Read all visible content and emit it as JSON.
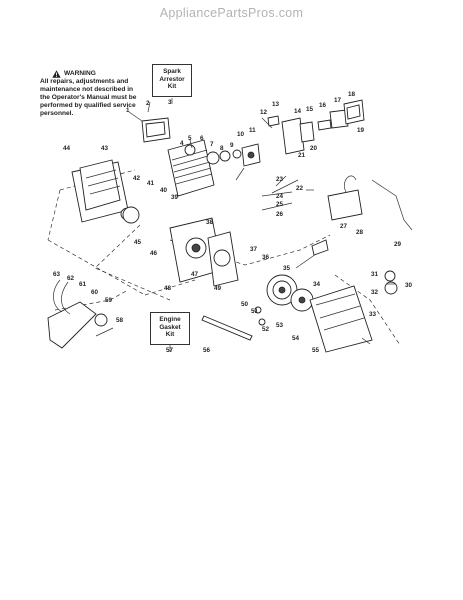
{
  "watermark": "AppliancePartsPros.com",
  "warning": {
    "title": "WARNING",
    "lines": [
      "All repairs, adjustments and",
      "maintenance not described in",
      "the Operator's Manual must be",
      "performed by qualified service",
      "personnel."
    ]
  },
  "kits": {
    "spark_line1": "Spark",
    "spark_line2": "Arrestor",
    "spark_line3": "Kit",
    "engine_line1": "Engine",
    "engine_line2": "Gasket",
    "engine_line3": "Kit"
  },
  "callouts": {
    "c1": "1",
    "c2": "2",
    "c3": "3",
    "c4": "4",
    "c5": "5",
    "c6": "6",
    "c7": "7",
    "c8": "8",
    "c9": "9",
    "c10": "10",
    "c11": "11",
    "c12": "12",
    "c13": "13",
    "c14": "14",
    "c15": "15",
    "c16": "16",
    "c17": "17",
    "c18": "18",
    "c19": "19",
    "c20": "20",
    "c21": "21",
    "c22": "22",
    "c23": "23",
    "c24": "24",
    "c25": "25",
    "c26": "26",
    "c27": "27",
    "c28": "28",
    "c29": "29",
    "c30": "30",
    "c31": "31",
    "c32": "32",
    "c33": "33",
    "c34": "34",
    "c35": "35",
    "c36": "36",
    "c37": "37",
    "c38": "38",
    "c39": "39",
    "c40": "40",
    "c41": "41",
    "c42": "42",
    "c43": "43",
    "c44": "44",
    "c45": "45",
    "c46": "46",
    "c47": "47",
    "c48": "48",
    "c49": "49",
    "c50": "50",
    "c51": "51",
    "c52": "52",
    "c53": "53",
    "c54": "54",
    "c55": "55",
    "c56": "56",
    "c57": "57",
    "c58": "58",
    "c59": "59",
    "c60": "60",
    "c61": "61",
    "c62": "62",
    "c63": "63"
  },
  "colors": {
    "ink": "#222222",
    "watermark": "#b3b3b3"
  }
}
